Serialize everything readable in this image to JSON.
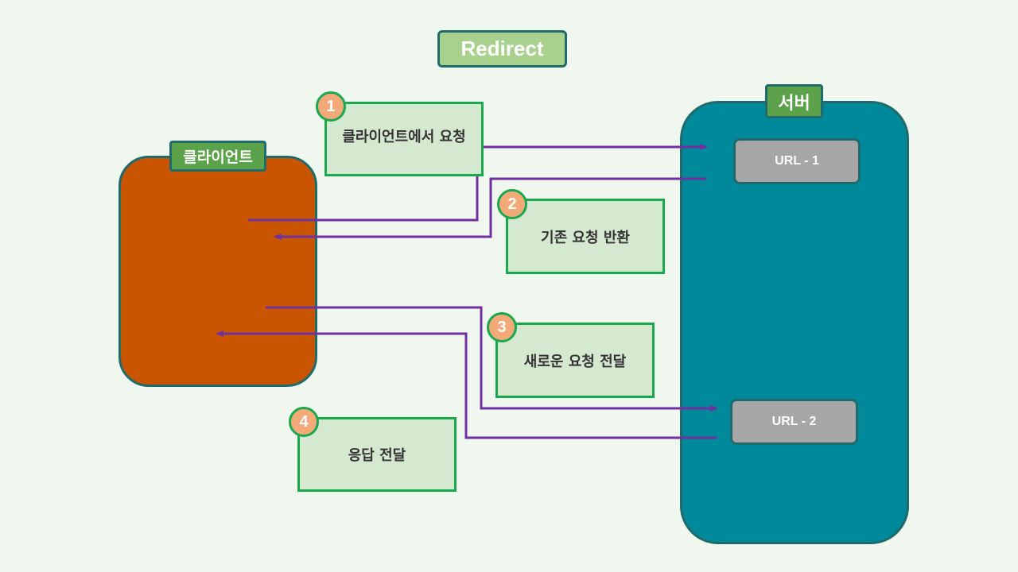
{
  "title": "Redirect",
  "client": {
    "label": "클라이언트"
  },
  "server": {
    "label": "서버",
    "urls": [
      "URL - 1",
      "URL - 2"
    ]
  },
  "steps": [
    {
      "number": "1",
      "label": "클라이언트에서 요청"
    },
    {
      "number": "2",
      "label": "기존 요청 반환"
    },
    {
      "number": "3",
      "label": "새로운 요청 전달"
    },
    {
      "number": "4",
      "label": "응답 전달"
    }
  ],
  "colors": {
    "background": "#f0f7ee",
    "client": "#c95500",
    "server": "#00889b",
    "title_fill": "#a9d18e",
    "tag_fill": "#5ba24a",
    "url_fill": "#a6a6a6",
    "step_fill": "#d5e8d0",
    "step_border": "#1aa84f",
    "badge_fill": "#f4a979",
    "arrow": "#7030a0",
    "outline": "#1f6b6b"
  }
}
